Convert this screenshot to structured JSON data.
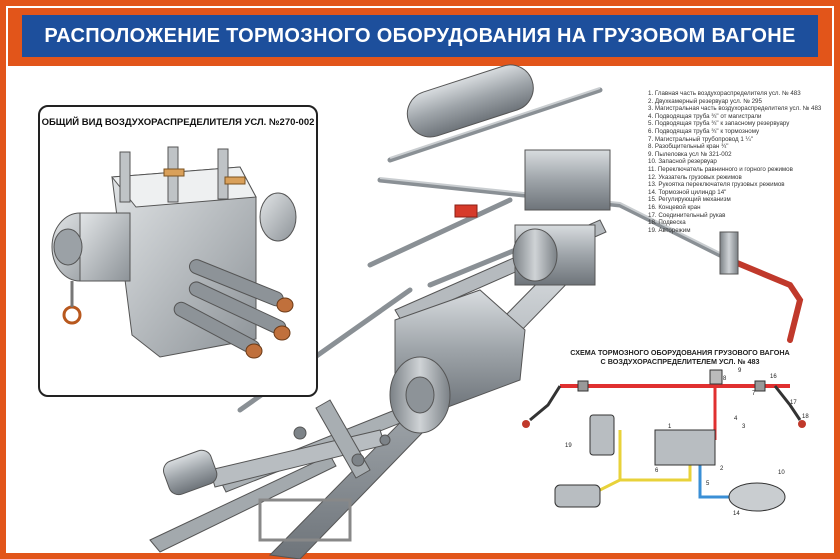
{
  "title": "РАСПОЛОЖЕНИЕ ТОРМОЗНОГО ОБОРУДОВАНИЯ НА ГРУЗОВОМ ВАГОНЕ",
  "inset": {
    "title": "ОБЩИЙ ВИД ВОЗДУХОРАСПРЕДЕЛИТЕЛЯ УСЛ. №270-002"
  },
  "legend": [
    "1. Главная часть воздухораспределителя усл. № 483",
    "2. Двухкамерный резервуар усл. № 295",
    "3. Магистральная часть воздухораспределителя усл. № 483",
    "4. Подводящая труба ¾\" от магистрали",
    "5. Подводящая труба ¾\" к запасному резервуару",
    "6. Подводящая труба ¾\" к тормозному",
    "7. Магистральный трубопровод 1 ¼\"",
    "8. Разобщительный кран ¾\"",
    "9. Пылеловка усл № 321-002",
    "10. Запасной резервуар",
    "11. Переключатель равнинного и горного режимов",
    "12. Указатель грузовых режимов",
    "13. Рукоятка переключателя грузовых режимов",
    "14. Тормозной цилиндр 14\"",
    "15. Регулирующий механизм",
    "16. Концевой кран",
    "17. Соединительный рукав",
    "18. Подвеска",
    "19. Авторежим"
  ],
  "schema": {
    "title_line1": "СХЕМА ТОРМОЗНОГО ОБОРУДОВАНИЯ ГРУЗОВОГО ВАГОНА",
    "title_line2": "С ВОЗДУХОРАСПРЕДЕЛИТЕЛЕМ УСЛ. № 483",
    "callouts": [
      "19",
      "1",
      "2",
      "3",
      "4",
      "5",
      "6",
      "7",
      "8",
      "9",
      "10",
      "14",
      "16",
      "17",
      "18"
    ]
  },
  "colors": {
    "frame": "#e2551a",
    "title_bg": "#1d4f9c",
    "main_pipe": "#e03030",
    "brake_pipe": "#e8d23a",
    "reservoir_pipe": "#3a8fd6"
  }
}
